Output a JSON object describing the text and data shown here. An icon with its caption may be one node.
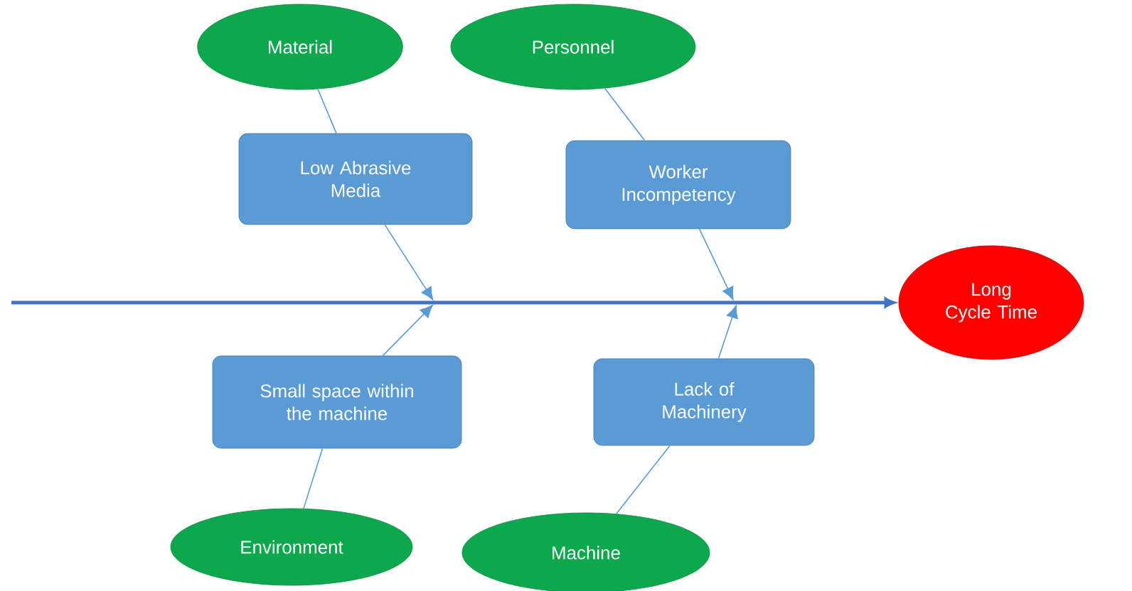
{
  "diagram": {
    "nodes": [
      {
        "text": [
          "Material"
        ]
      },
      {
        "text": [
          "Personnel"
        ]
      },
      {
        "text": [
          "Low Abrasive Media"
        ]
      },
      {
        "text": [
          "Worker Incompetency"
        ]
      },
      {
        "text": [
          "Long Cycle Time"
        ]
      },
      {
        "text": [
          "Small space within the machine"
        ]
      },
      {
        "text": [
          "Lack of Machinery"
        ]
      },
      {
        "text": [
          "Environment"
        ]
      },
      {
        "text": [
          "Machine"
        ]
      }
    ],
    "edges": [
      {
        "from": null,
        "to": 4,
        "arrow": "to",
        "style": "thick",
        "color": "#4472c4"
      },
      {
        "from": 0,
        "to": 2,
        "arrow": "none"
      },
      {
        "from": 2,
        "to": null,
        "arrow": "to"
      },
      {
        "from": 1,
        "to": 3,
        "arrow": "none"
      },
      {
        "from": 3,
        "to": null,
        "arrow": "to"
      },
      {
        "from": 7,
        "to": 5,
        "arrow": "none"
      },
      {
        "from": 5,
        "to": null,
        "arrow": "to"
      },
      {
        "from": 8,
        "to": 6,
        "arrow": "none"
      },
      {
        "from": 6,
        "to": null,
        "arrow": "to"
      }
    ]
  }
}
